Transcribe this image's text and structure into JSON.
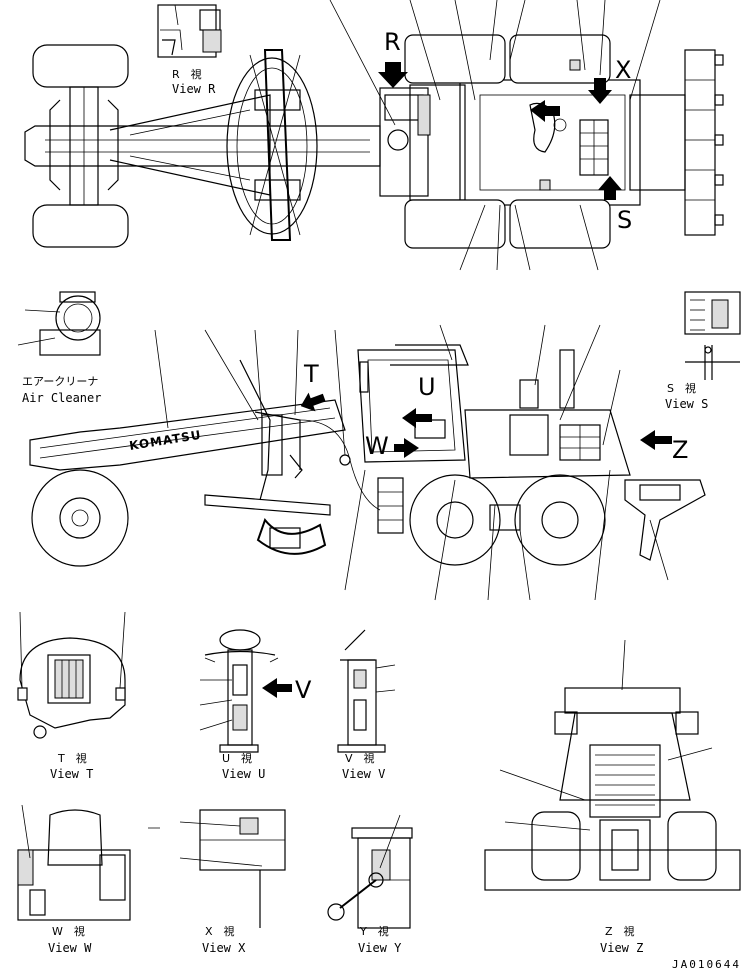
{
  "labels": {
    "view_r_jp": "R　視",
    "view_r": "View R",
    "letter_r": "R",
    "letter_x": "X",
    "letter_s": "S",
    "letter_t": "T",
    "letter_u": "U",
    "letter_w": "W",
    "letter_z": "Z",
    "letter_v": "V",
    "air_cleaner_jp": "エアークリーナ",
    "air_cleaner": "Air Cleaner",
    "view_s_jp": "S　視",
    "view_s": "View S",
    "brand": "KOMATSU",
    "view_t_jp": "T　視",
    "view_t": "View T",
    "view_u_jp": "U　視",
    "view_u": "View U",
    "view_v_jp": "V　視",
    "view_v": "View V",
    "view_w_jp": "W　視",
    "view_w": "View W",
    "view_x_jp": "X　視",
    "view_x": "View X",
    "view_y_jp": "Y　視",
    "view_y": "View Y",
    "view_z_jp": "Z　視",
    "view_z": "View Z",
    "drawing_code": "JA010644"
  },
  "icons": [
    "arrow-icon",
    "leader-line"
  ]
}
